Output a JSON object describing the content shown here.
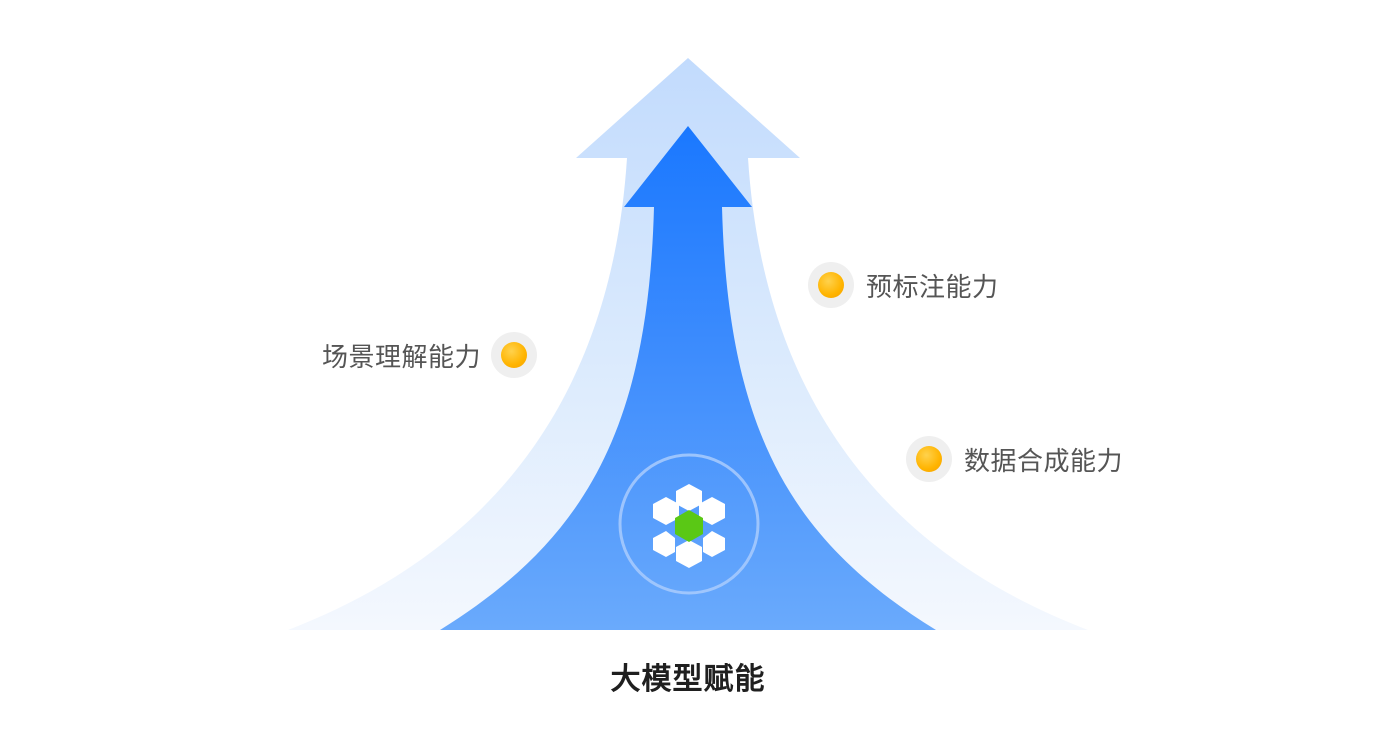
{
  "diagram": {
    "bottom_title": "大模型赋能",
    "capabilities": [
      {
        "label": "场景理解能力",
        "icon": "orange-dot-icon"
      },
      {
        "label": "预标注能力",
        "icon": "orange-dot-icon"
      },
      {
        "label": "数据合成能力",
        "icon": "orange-dot-icon"
      }
    ],
    "center_icon": "model-cube-icon",
    "colors": {
      "outer_arrow": "#c2dbfd",
      "inner_arrow_top": "#1a78ff",
      "inner_arrow_bottom": "#6aaafc",
      "dot": "#ffb400",
      "hexagon_core": "#5ac815"
    }
  }
}
